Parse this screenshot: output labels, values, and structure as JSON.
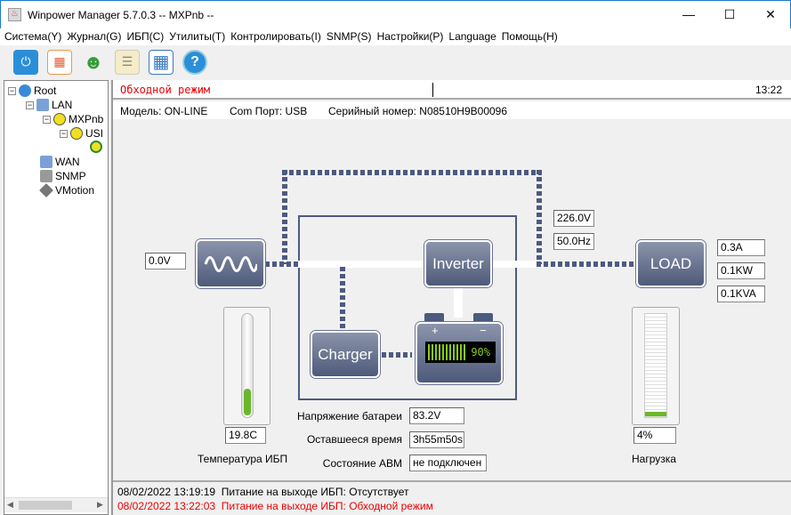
{
  "window": {
    "title": "Winpower Manager 5.7.0.3 -- MXPnb --",
    "minimize": "—",
    "maximize": "☐",
    "close": "✕"
  },
  "menu": [
    "Система(Y)",
    "Журнал(G)",
    "ИБП(C)",
    "Утилиты(T)",
    "Контролировать(I)",
    "SNMP(S)",
    "Настройки(P)",
    "Language",
    "Помощь(H)"
  ],
  "toolbar": [
    {
      "icon": "power-icon",
      "glyph": "⏻",
      "color": "#2a8fd8"
    },
    {
      "icon": "schedule-icon",
      "glyph": "▦",
      "color": "#e89a50"
    },
    {
      "icon": "user-icon",
      "glyph": "☻",
      "color": "#3a9a3a"
    },
    {
      "icon": "list-icon",
      "glyph": "☰",
      "color": "#e8d89a"
    },
    {
      "icon": "table-icon",
      "glyph": "▦",
      "color": "#3a78c0"
    },
    {
      "icon": "help-icon",
      "glyph": "?",
      "color": "#2a8fd8"
    }
  ],
  "tree": {
    "root": "Root",
    "lan": "LAN",
    "host": "MXPnb",
    "usb": "USI",
    "wan": "WAN",
    "snmp": "SNMP",
    "vmotion": "VMotion"
  },
  "status": {
    "mode": "Обходной режим",
    "time": "13:22"
  },
  "info": {
    "model": "Модель: ON-LINE",
    "port": "Com Порт: USB",
    "serial": "Серийный номер: N08510H9B00096"
  },
  "diagram": {
    "input_voltage": "0.0V",
    "bypass_voltage": "226.0V",
    "bypass_freq": "50.0Hz",
    "inverter": "Inverter",
    "charger": "Charger",
    "load": "LOAD",
    "battery_percent_label": "90%",
    "battery_level": 0.9,
    "battery_plus": "+",
    "battery_minus": "−",
    "out_current": "0.3A",
    "out_kw": "0.1KW",
    "out_kva": "0.1KVA",
    "temp_value": "19.8C",
    "temp_label": "Температура ИБП",
    "temp_level": 0.2,
    "load_value": "4%",
    "load_label": "Нагрузка",
    "load_level": 0.04,
    "batt_voltage_label": "Напряжение батареи",
    "batt_voltage": "83.2V",
    "remaining_label": "Оставшееся время",
    "remaining": "3h55m50s",
    "abm_label": "Состояние АВМ",
    "abm": "не подключен"
  },
  "log": [
    {
      "time": "08/02/2022 13:19:19",
      "text": "Питание на выходе ИБП: Отсутствует",
      "color": "#000000"
    },
    {
      "time": "08/02/2022 13:22:03",
      "text": "Питание на выходе ИБП: Обходной режим",
      "color": "#ff0000"
    }
  ]
}
